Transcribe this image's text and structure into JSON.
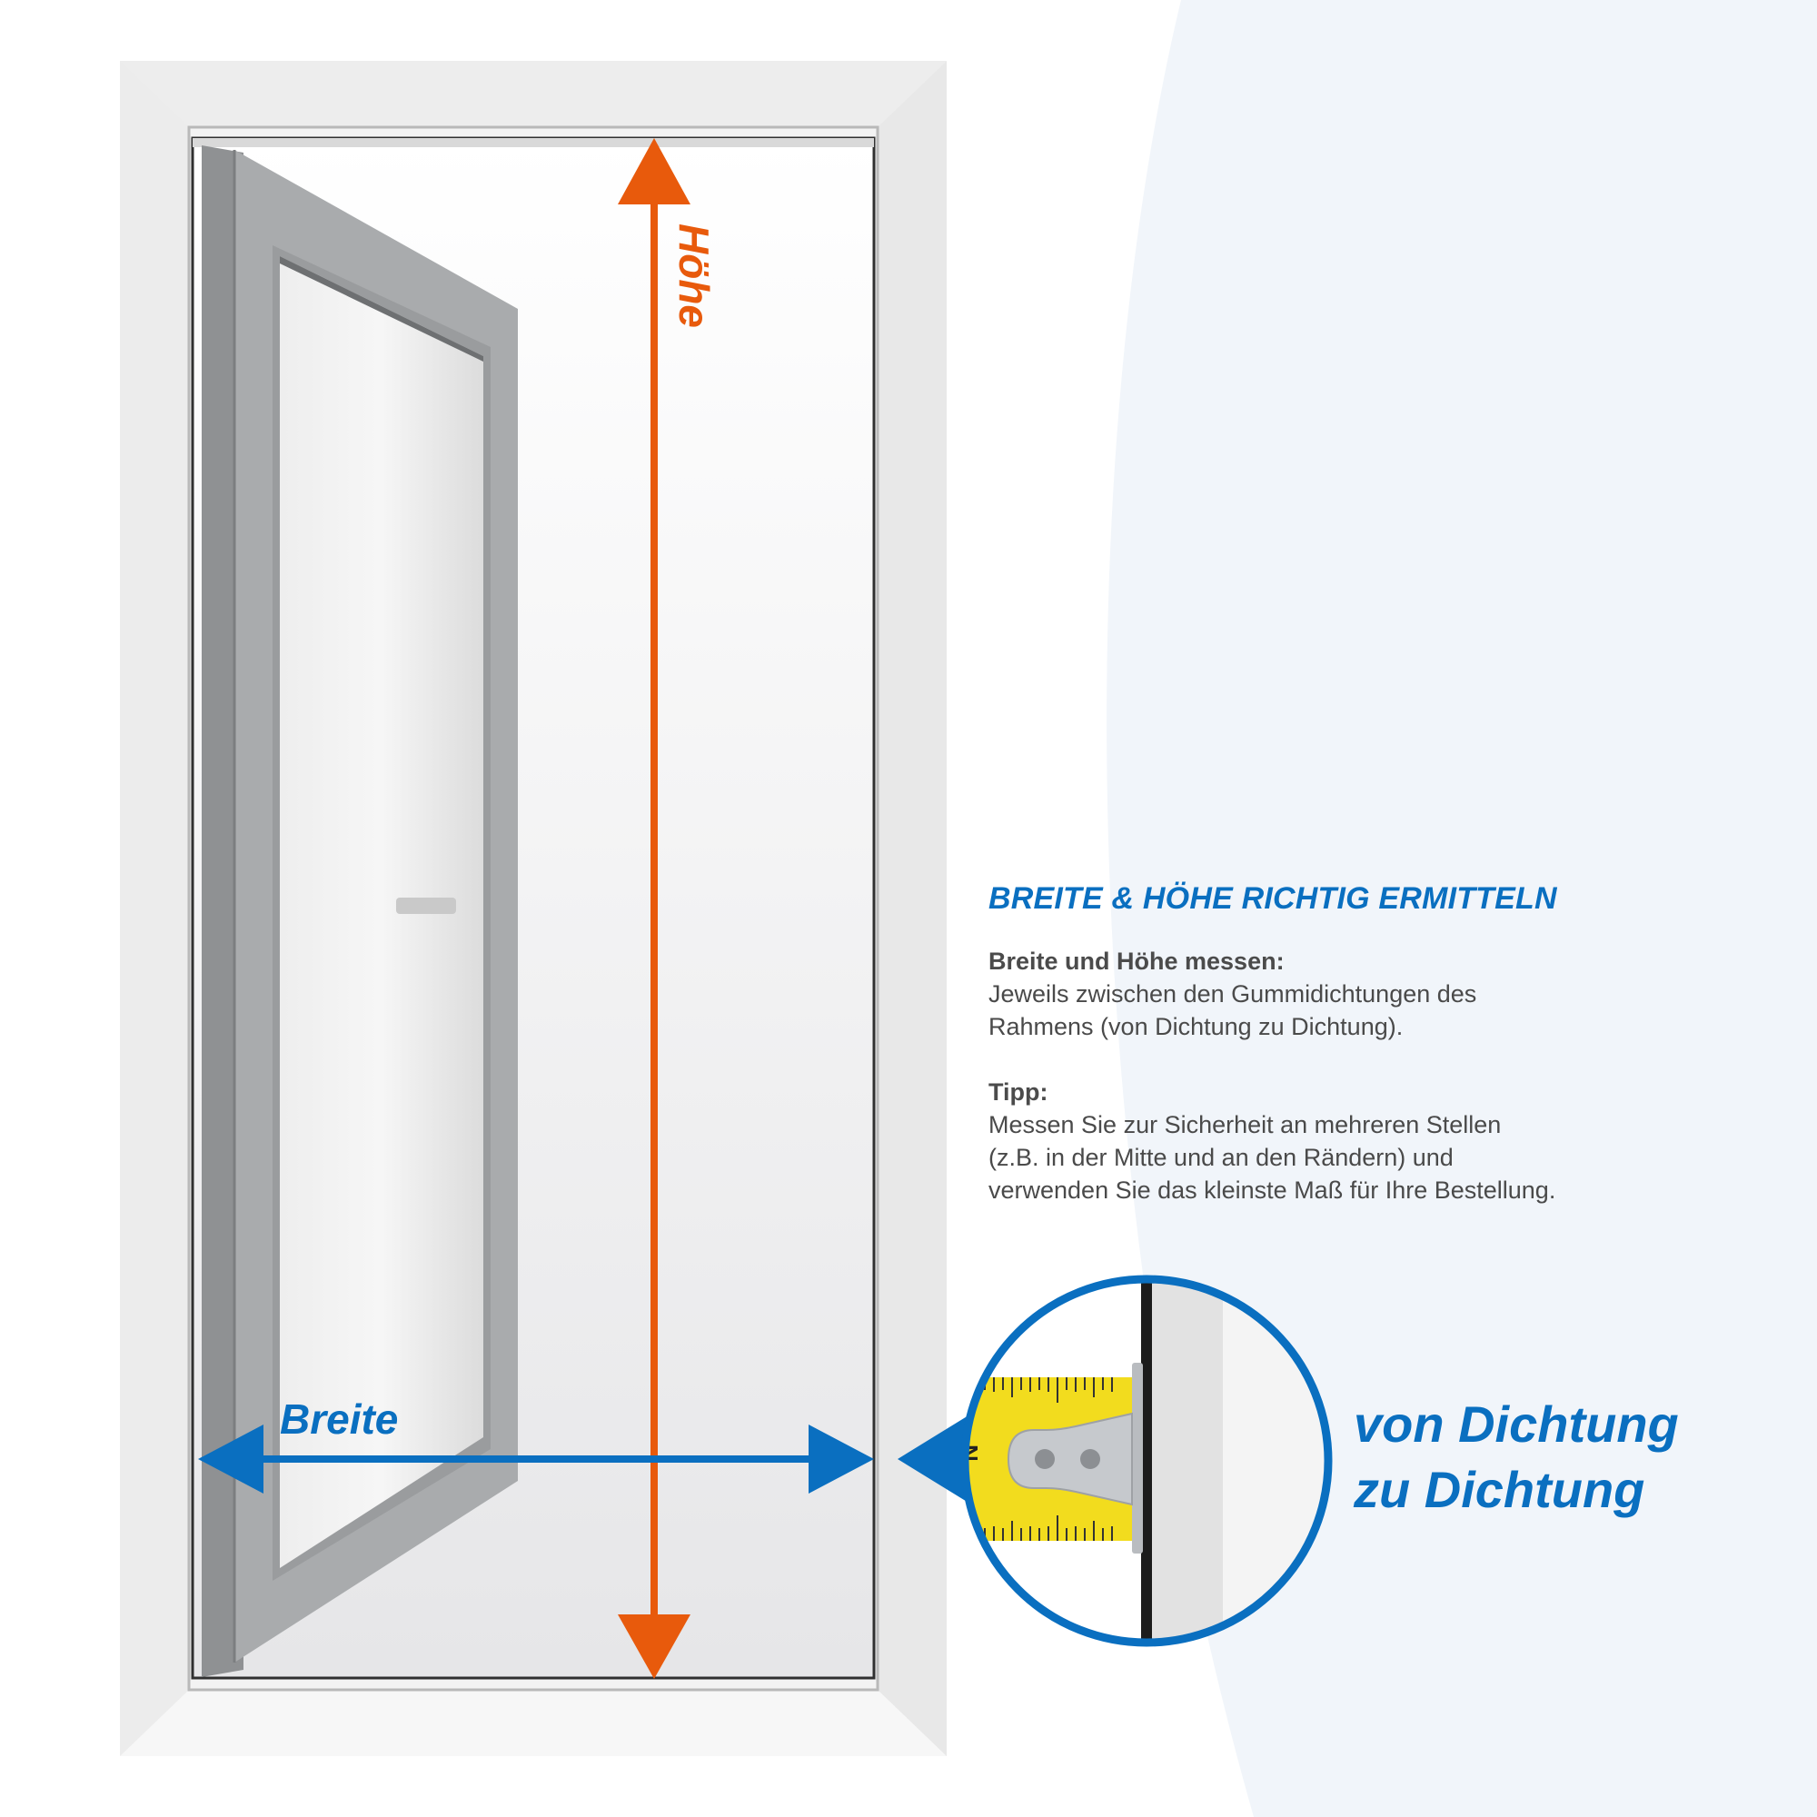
{
  "labels": {
    "height": "Höhe",
    "width": "Breite"
  },
  "info": {
    "heading": "BREITE & HÖHE RICHTIG ERMITTELN",
    "measure_label": "Breite und Höhe messen:",
    "measure_text": "Jeweils zwischen den Gummidichtungen des\nRahmens (von Dichtung zu Dichtung).",
    "tip_label": "Tipp:",
    "tip_text": "Messen Sie zur Sicherheit an mehreren Stellen\n(z.B. in der Mitte und an den Rändern) und\nverwenden Sie das kleinste Maß für Ihre Bestellung."
  },
  "callout": {
    "text": "von Dichtung\nzu Dichtung"
  },
  "tape_mark": "N",
  "colors": {
    "accent_blue": "#0a6fc0",
    "accent_orange": "#e85a0c",
    "tape_yellow": "#f2dc1e",
    "frame_grey": "#a9abad"
  }
}
